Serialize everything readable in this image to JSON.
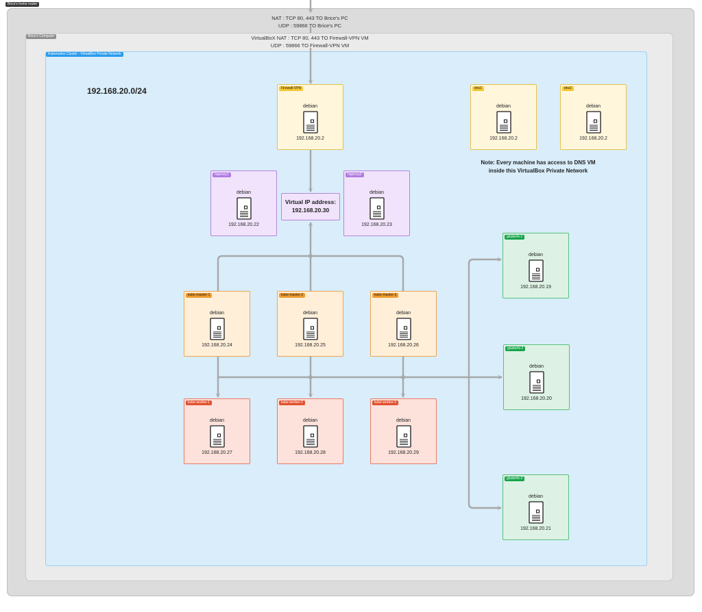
{
  "frames": {
    "router": "Brice's home router",
    "computer": "Brice's Computer",
    "cluster": "Kubernetes Cluster - VirtualBox Private Network"
  },
  "nat": {
    "router_line1": "NAT : TCP 80, 443 TO Brice's PC",
    "router_line2": "UDP : 59866 TO Brice's PC",
    "vbox_line1": "VirtualBoX NAT : TCP 80, 443 TO Firewall-VPN VM",
    "vbox_line2": "UDP : 59866 TO Firewall-VPN VM"
  },
  "subnet": "192.168.20.0/24",
  "note": {
    "line1": "Note: Every machine has access to DNS VM",
    "line2": "inside this VirtualBox Private Network"
  },
  "vip": {
    "line1": "Virtual IP address:",
    "line2": "192.168.20.30"
  },
  "nodes": [
    {
      "id": "firewall",
      "label": "Firewall-VPN",
      "os": "debian",
      "ip": "192.168.20.2"
    },
    {
      "id": "dns1",
      "label": "dns1",
      "os": "debian",
      "ip": "192.168.20.2"
    },
    {
      "id": "dns2",
      "label": "dns2",
      "os": "debian",
      "ip": "192.168.20.2"
    },
    {
      "id": "haproxy1",
      "label": "haproxy1",
      "os": "debian",
      "ip": "192.168.20.22"
    },
    {
      "id": "haproxy2",
      "label": "haproxy2",
      "os": "debian",
      "ip": "192.168.20.23"
    },
    {
      "id": "master1",
      "label": "kube-master-1",
      "os": "debian",
      "ip": "192.168.20.24"
    },
    {
      "id": "master2",
      "label": "kube-master-2",
      "os": "debian",
      "ip": "192.168.20.25"
    },
    {
      "id": "master3",
      "label": "kube-master-3",
      "os": "debian",
      "ip": "192.168.20.26"
    },
    {
      "id": "worker1",
      "label": "kube-worker-1",
      "os": "debian",
      "ip": "192.168.20.27"
    },
    {
      "id": "worker2",
      "label": "kube-worker-2",
      "os": "debian",
      "ip": "192.168.20.28"
    },
    {
      "id": "worker3",
      "label": "kube-worker-3",
      "os": "debian",
      "ip": "192.168.20.29"
    },
    {
      "id": "gluster1",
      "label": "glusterfs-1",
      "os": "debian",
      "ip": "192.168.20.19"
    },
    {
      "id": "gluster2",
      "label": "glusterfs-2",
      "os": "debian",
      "ip": "192.168.20.20"
    },
    {
      "id": "gluster3",
      "label": "glusterfs-3",
      "os": "debian",
      "ip": "192.168.20.21"
    }
  ],
  "colors": {
    "connector": "#a8a8a8",
    "vm": "#fff6dc",
    "haproxy": "#f0e3fb",
    "master": "#ffefd9",
    "worker": "#fde2dc",
    "gluster": "#ddf2e4",
    "cluster": "#d9edfb"
  }
}
